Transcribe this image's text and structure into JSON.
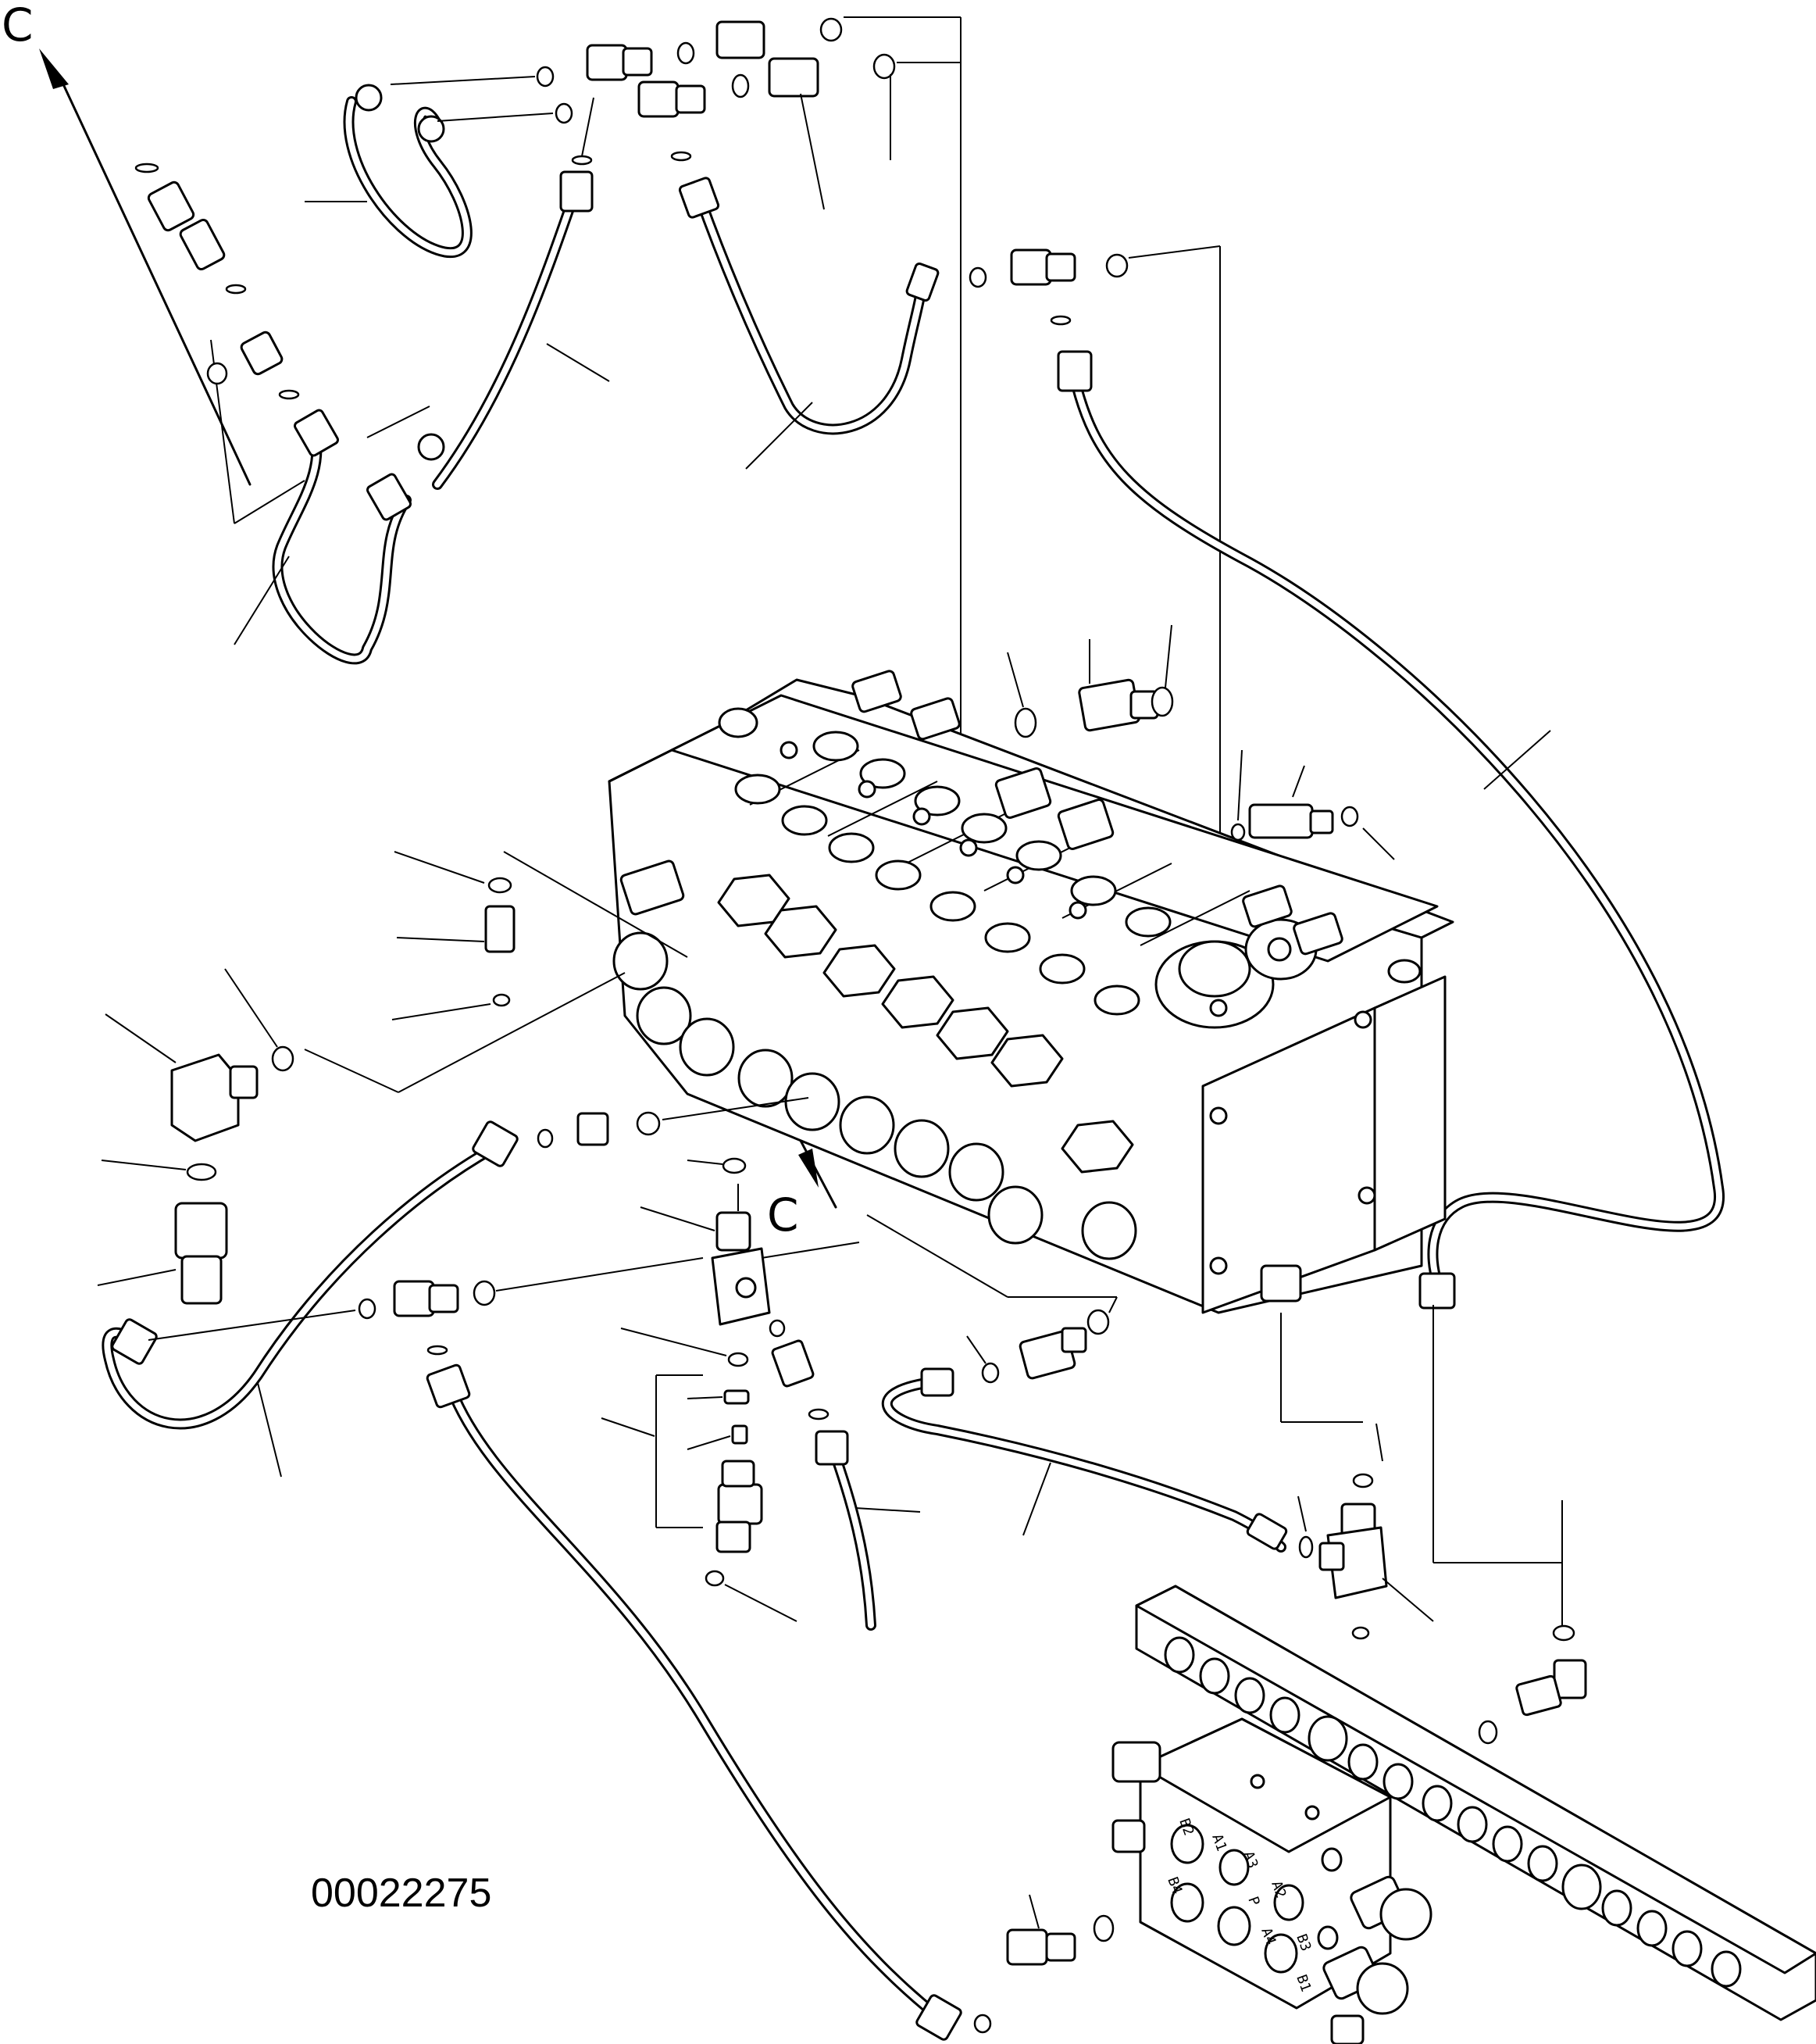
{
  "drawing": {
    "number": "00022275",
    "view_letter_top": "C",
    "view_letter_center": "C"
  },
  "port_labels": [
    "B2",
    "A1",
    "A3",
    "B4",
    "P",
    "A2",
    "A4",
    "B3",
    "B1"
  ]
}
